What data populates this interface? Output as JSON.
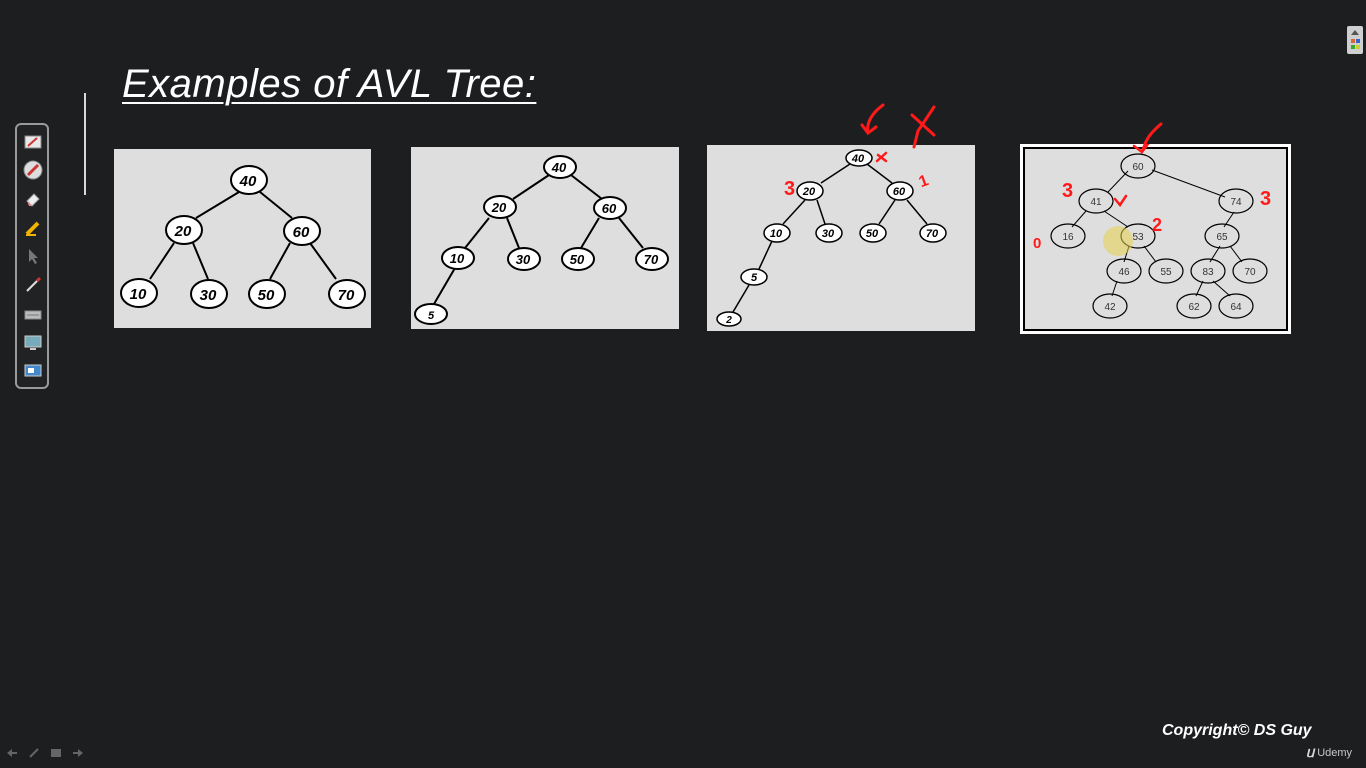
{
  "slide": {
    "title": "Examples of AVL Tree:",
    "copyright": "Copyright© DS Guy",
    "brand": "Udemy"
  },
  "toolbar": {
    "tools": [
      "pen-icon",
      "color-icon",
      "eraser-icon",
      "highlighter-icon",
      "pointer-icon",
      "brush-icon",
      "keyboard-icon",
      "screen-icon",
      "monitor-icon"
    ]
  },
  "trees": [
    {
      "nodes": [
        "40",
        "20",
        "60",
        "10",
        "30",
        "50",
        "70"
      ]
    },
    {
      "nodes": [
        "40",
        "20",
        "60",
        "10",
        "30",
        "50",
        "70",
        "5"
      ]
    },
    {
      "nodes": [
        "40",
        "20",
        "60",
        "10",
        "30",
        "50",
        "70",
        "5",
        "2"
      ],
      "annotations": [
        "3",
        "1"
      ]
    },
    {
      "nodes": [
        "60",
        "41",
        "74",
        "16",
        "53",
        "65",
        "46",
        "55",
        "83",
        "70",
        "42",
        "62",
        "64"
      ],
      "annotations": [
        "3",
        "3",
        "2",
        "0"
      ]
    }
  ]
}
